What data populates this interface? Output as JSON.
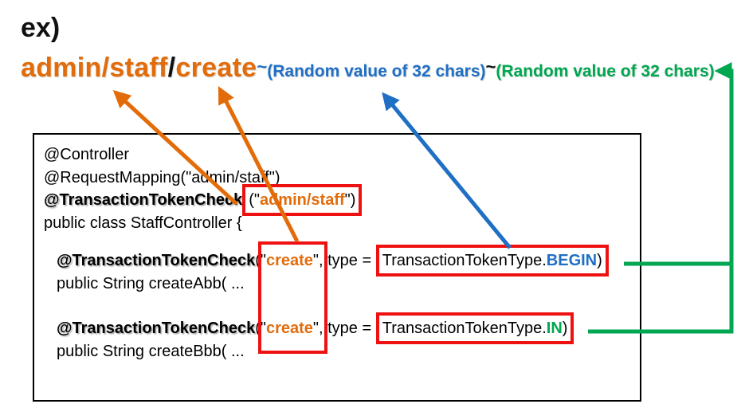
{
  "colors": {
    "orange": "#E36C0A",
    "blue": "#1F6FC5",
    "green": "#00A650",
    "red": "#EE1111",
    "black": "#000000"
  },
  "heading": "ex)",
  "url": {
    "base": "admin/staff",
    "separator": "/",
    "action": "create",
    "tilde_token": "~",
    "token_label": "(Random value of 32 chars)",
    "tilde_value": "~",
    "value_label": "(Random value of 32 chars)"
  },
  "code": {
    "line_controller": "@Controller",
    "line_request_mapping": "@RequestMapping(\"admin/staff\")",
    "annotation": "@TransactionTokenCheck",
    "open_paren_quote": "(\"",
    "namespace_value": "admin/staff",
    "quote_close_paren": "\")",
    "line_class": "public class StaffController {",
    "create_value": "create",
    "quote": "\"",
    "type_param": ", type = ",
    "token_type_prefix": "TransactionTokenType.",
    "token_type_begin": "BEGIN",
    "token_type_in": "IN",
    "close_paren": ")",
    "line_method_a": "public String createAbb( ...",
    "line_method_b": "public String createBbb( ..."
  },
  "icons": {
    "arrow_to_namespace": "orange-arrow-icon",
    "arrow_to_action": "orange-arrow-icon",
    "arrow_to_token_name": "blue-arrow-icon",
    "arrow_to_token_value": "green-arrow-icon"
  }
}
